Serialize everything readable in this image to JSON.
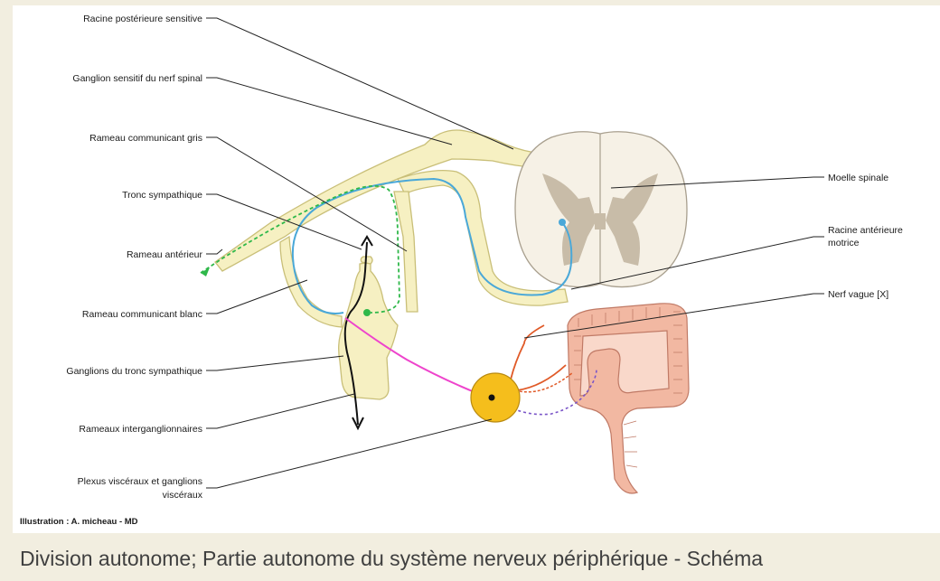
{
  "labels": {
    "racine_posterieure": "Racine postérieure sensitive",
    "ganglion_sensitif": "Ganglion sensitif du nerf spinal",
    "rameau_gris": "Rameau communicant gris",
    "tronc_sympathique": "Tronc sympathique",
    "rameau_anterieur": "Rameau antérieur",
    "rameau_blanc": "Rameau communicant blanc",
    "ganglions_tronc": "Ganglions du tronc sympathique",
    "rameaux_interganglionnaires": "Rameaux interganglionnaires",
    "plexus_line1": "Plexus viscéraux et ganglions",
    "plexus_line2": "viscéraux",
    "moelle_spinale": "Moelle spinale",
    "racine_anterieure_line1": "Racine antérieure",
    "racine_anterieure_line2": "motrice",
    "nerf_vague": "Nerf vague [X]"
  },
  "credit": "Illustration : A. micheau - MD",
  "caption": "Division autonome; Partie autonome du système nerveux périphérique - Schéma",
  "colors": {
    "nerve_fill": "#f6f0c2",
    "nerve_stroke": "#c9bf78",
    "spinal_cord_fill": "#f6f1e6",
    "grey_matter": "#c8bca8",
    "motor_fiber": "#4aa8d8",
    "preganglionic": "#2fb84a",
    "sensory_visceral": "#ee44cc",
    "parasympathetic": "#e05a28",
    "visceral_ganglion": "#f5be1c",
    "colon": "#f2b8a2",
    "dashed_visceral": "#7a55c8"
  }
}
